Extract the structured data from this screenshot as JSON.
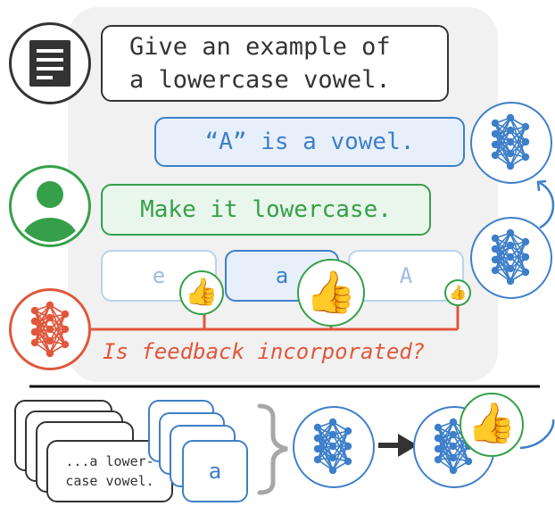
{
  "prompt": {
    "line1": "Give an example of",
    "line2": "a lowercase vowel."
  },
  "model_reply": "“A” is a vowel.",
  "feedback": "Make it lowercase.",
  "candidates": [
    {
      "label": "e"
    },
    {
      "label": "a"
    },
    {
      "label": "A"
    }
  ],
  "question": "Is feedback incorporated?",
  "bottom": {
    "example_line1": "...a lower-",
    "example_line2": "case vowel.",
    "answer": "a"
  },
  "colors": {
    "blue": "#3d7fc9",
    "green": "#35a049",
    "red": "#e0573c",
    "dark": "#333333",
    "panel": "#f1f1f1"
  },
  "icons": [
    "document-icon",
    "user-avatar-icon",
    "neural-network-icon",
    "thumbs-up-icon",
    "arrow-icon",
    "brace-icon"
  ]
}
